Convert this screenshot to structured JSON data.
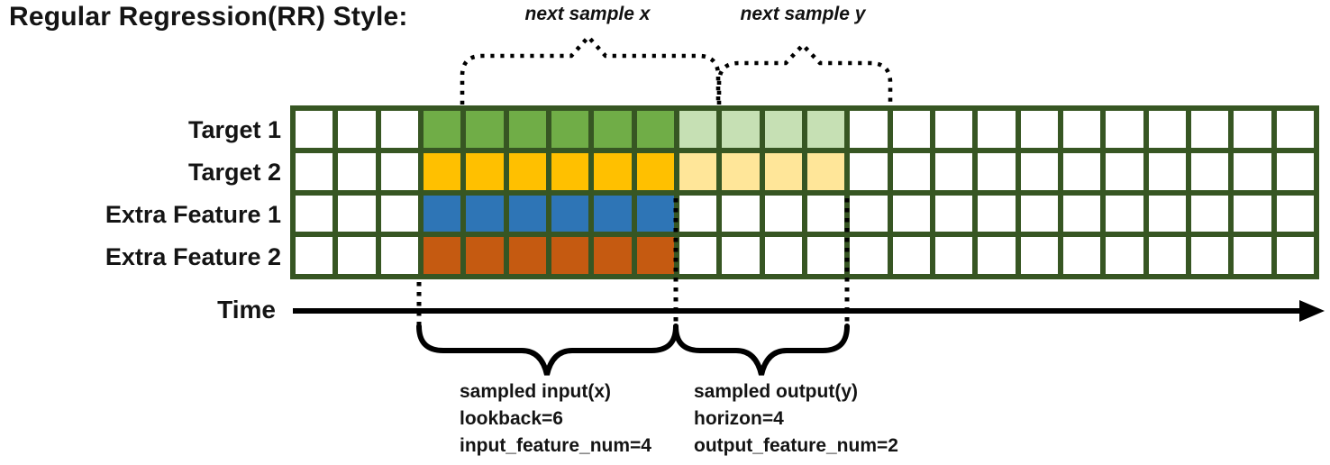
{
  "title": "Regular Regression(RR) Style:",
  "annotations": {
    "next_sample_x": "next sample x",
    "next_sample_y": "next sample y",
    "time_label": "Time"
  },
  "colors": {
    "grid_border": "#375623",
    "cell_empty": "#ffffff",
    "target1_input": "#70AD47",
    "target1_output": "#C6E0B4",
    "target2_input": "#FFC000",
    "target2_output": "#FFE699",
    "feature1_input": "#2E75B6",
    "feature2_input": "#C55A11",
    "line": "#000000"
  },
  "grid": {
    "columns": 24,
    "lead_empty_columns": 3,
    "lookback": 6,
    "horizon": 4,
    "rows": [
      {
        "label": "Target 1",
        "input_color": "#70AD47",
        "output_color": "#C6E0B4"
      },
      {
        "label": "Target 2",
        "input_color": "#FFC000",
        "output_color": "#FFE699"
      },
      {
        "label": "Extra Feature 1",
        "input_color": "#2E75B6",
        "output_color": null
      },
      {
        "label": "Extra Feature 2",
        "input_color": "#C55A11",
        "output_color": null
      }
    ]
  },
  "captions": {
    "input": [
      "sampled input(x)",
      "lookback=6",
      "input_feature_num=4"
    ],
    "output": [
      "sampled output(y)",
      "horizon=4",
      "output_feature_num=2"
    ]
  }
}
